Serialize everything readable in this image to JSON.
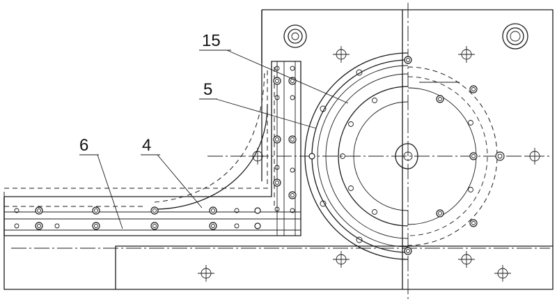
{
  "labels": {
    "part_15": "15",
    "part_5": "5",
    "part_6": "6",
    "part_4": "4"
  },
  "colors": {
    "line": "#1a1a1a",
    "background": "#ffffff"
  }
}
